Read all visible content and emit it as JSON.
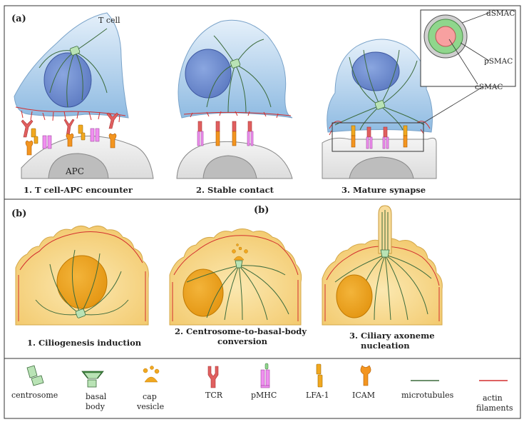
{
  "panel_a": {
    "tag": "(a)",
    "cell_label": "T cell",
    "apc_label": "APC",
    "steps": [
      "1. T cell-APC encounter",
      "2. Stable contact",
      "3. Mature synapse"
    ],
    "smac": [
      "dSMAC",
      "pSMAC",
      "cSMAC"
    ]
  },
  "panel_b": {
    "tag_left": "(b)",
    "tag_mid": "(b)",
    "steps": [
      "1. Ciliogenesis induction",
      "2. Centrosome-to-basal-body",
      "conversion",
      "3. Ciliary axoneme",
      "nucleation"
    ]
  },
  "legend": {
    "items": [
      "centrosome",
      "basal",
      "body",
      "cap",
      "vesicle",
      "TCR",
      "pMHC",
      "LFA-1",
      "ICAM",
      "microtubules",
      "actin",
      "filaments"
    ]
  },
  "colors": {
    "tcell_fill": "#bcd8ee",
    "nucleus_a": "#6f8fd0",
    "cilia_cell": "#f6d68a",
    "nucleus_b": "#efa51b",
    "apc": "#e8e8e8",
    "apc_nucleus": "#bdbdbd",
    "microtubule": "#3c6b3c",
    "actin": "#d32f2f",
    "centrosome": "#b9e3b5",
    "tcr": "#e05f5f",
    "pmhc": "#f08ff0",
    "lfa1": "#f1a820",
    "icam": "#f39520",
    "dsmac": "#cfcfcf",
    "psmac": "#8fd68c",
    "csmac": "#f7a0a0"
  }
}
